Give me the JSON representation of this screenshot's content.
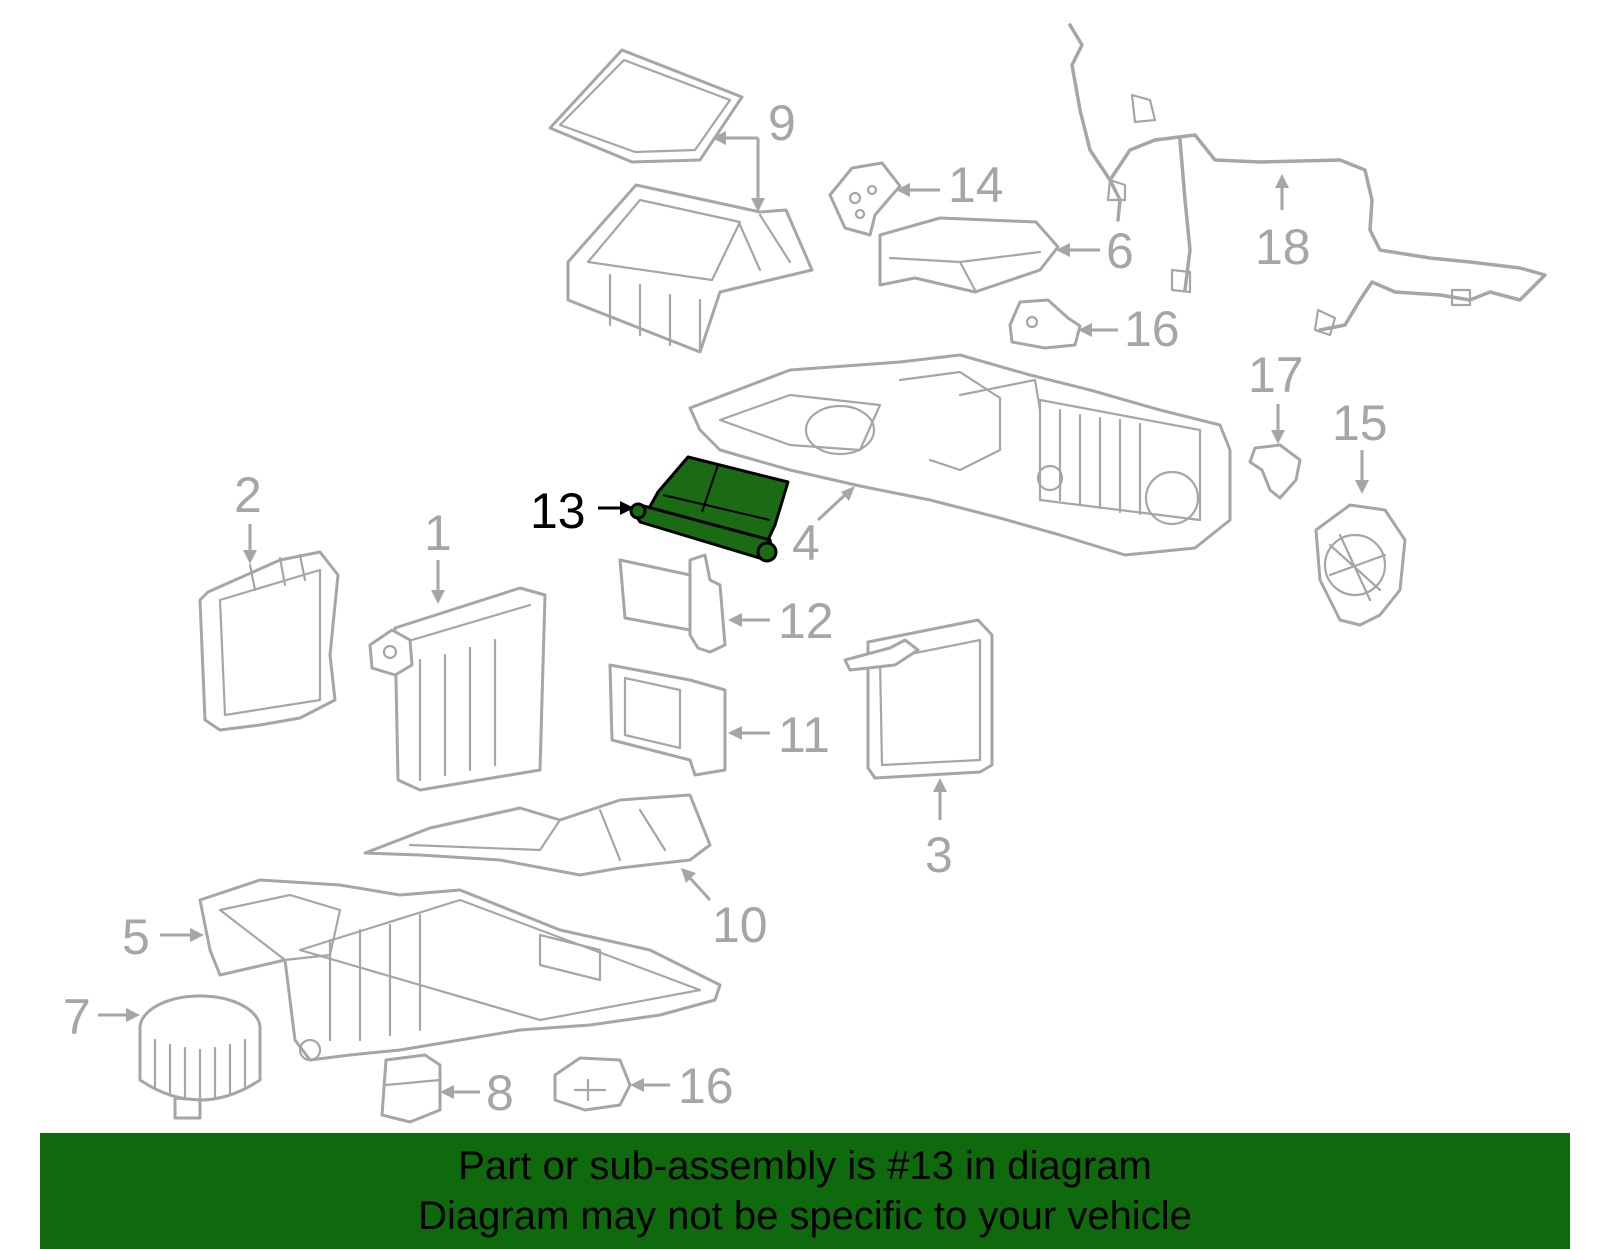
{
  "callouts": [
    {
      "id": "1",
      "text": "1"
    },
    {
      "id": "2",
      "text": "2"
    },
    {
      "id": "3",
      "text": "3"
    },
    {
      "id": "4",
      "text": "4"
    },
    {
      "id": "5",
      "text": "5"
    },
    {
      "id": "6",
      "text": "6"
    },
    {
      "id": "7",
      "text": "7"
    },
    {
      "id": "8",
      "text": "8"
    },
    {
      "id": "9",
      "text": "9"
    },
    {
      "id": "10",
      "text": "10"
    },
    {
      "id": "11",
      "text": "11"
    },
    {
      "id": "12",
      "text": "12"
    },
    {
      "id": "13",
      "text": "13"
    },
    {
      "id": "14",
      "text": "14"
    },
    {
      "id": "15",
      "text": "15"
    },
    {
      "id": "16a",
      "text": "16"
    },
    {
      "id": "16b",
      "text": "16"
    },
    {
      "id": "17",
      "text": "17"
    },
    {
      "id": "18",
      "text": "18"
    }
  ],
  "highlighted_part": "13",
  "colors": {
    "highlight": "#1a6b14",
    "banner": "#0f6a0d",
    "linework": "#a6a6a6"
  },
  "banner": {
    "line1": "Part or sub-assembly is #13 in diagram",
    "line2": "Diagram may not be specific to your vehicle"
  }
}
